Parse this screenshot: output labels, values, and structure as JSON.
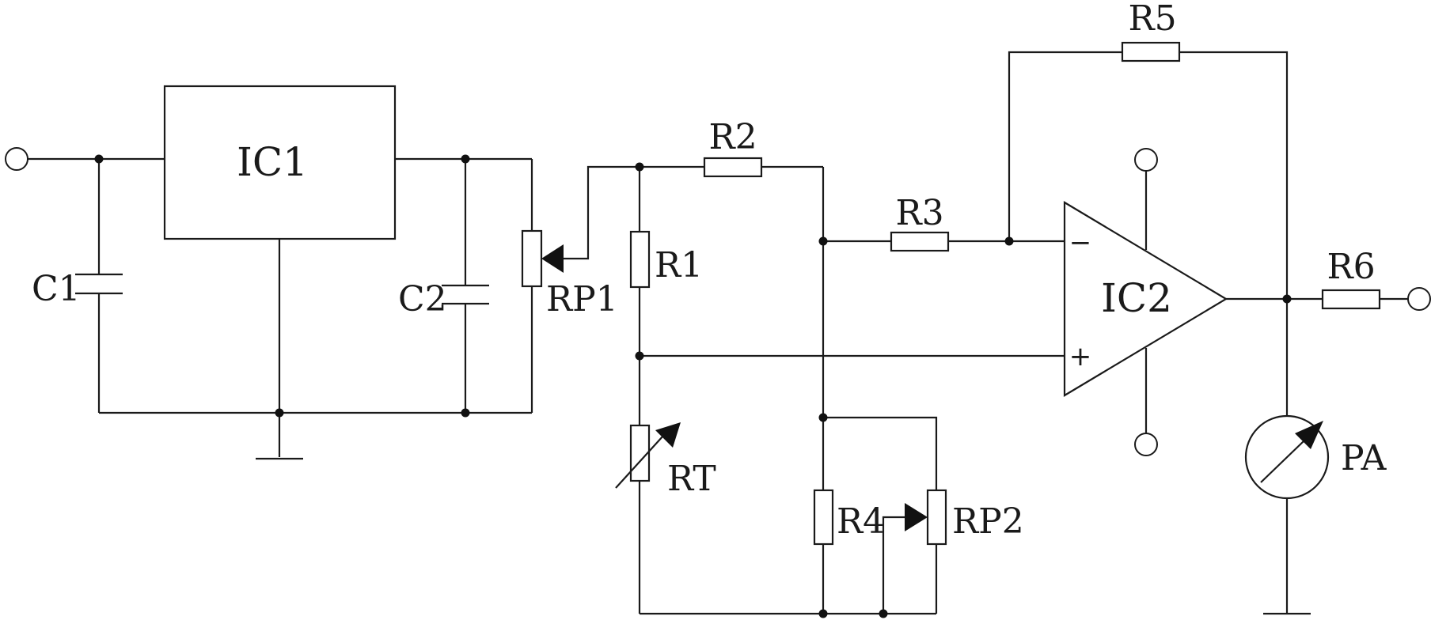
{
  "labels": {
    "ic1": "IC1",
    "ic2": "IC2",
    "c1": "C1",
    "c2": "C2",
    "rp1": "RP1",
    "r1": "R1",
    "r2": "R2",
    "r3": "R3",
    "r4": "R4",
    "r5": "R5",
    "r6": "R6",
    "rt": "RT",
    "rp2": "RP2",
    "pa": "PA",
    "minus": "−",
    "plus": "+"
  }
}
